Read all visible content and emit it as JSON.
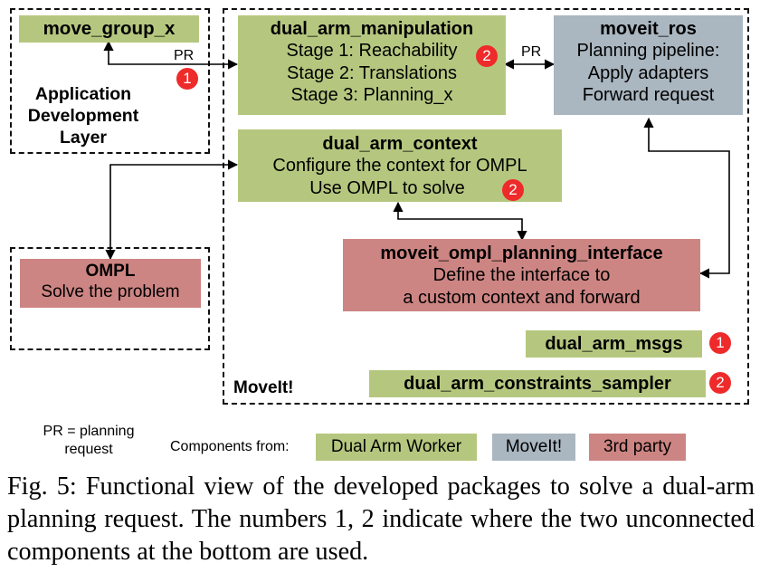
{
  "nodes": {
    "move_group": {
      "title": "move_group_x"
    },
    "manipulation": {
      "title": "dual_arm_manipulation",
      "lines": [
        "Stage 1: Reachability",
        "Stage 2: Translations",
        "Stage 3: Planning_x"
      ]
    },
    "moveit_ros": {
      "title": "moveit_ros",
      "lines": [
        "Planning pipeline:",
        "Apply adapters",
        "Forward request"
      ]
    },
    "context": {
      "title": "dual_arm_context",
      "lines": [
        "Configure the context for OMPL",
        "Use OMPL to solve"
      ]
    },
    "ompl": {
      "title": "OMPL",
      "lines": [
        "Solve the problem"
      ]
    },
    "ompl_interface": {
      "title": "moveit_ompl_planning_interface",
      "lines": [
        "Define the interface to",
        "a custom context and forward"
      ]
    },
    "msgs": {
      "title": "dual_arm_msgs"
    },
    "sampler": {
      "title": "dual_arm_constraints_sampler"
    }
  },
  "regions": {
    "app_layer": "Application\nDevelopment\nLayer",
    "moveit": "MoveIt!"
  },
  "edges": {
    "pr_label_left": "PR",
    "pr_label_right": "PR"
  },
  "badges": {
    "b1": "1",
    "b2": "2",
    "b3": "2",
    "b4": "1",
    "b5": "2"
  },
  "legend": {
    "pr_note": "PR = planning\nrequest",
    "components_label": "Components from:",
    "items": [
      "Dual Arm Worker",
      "MoveIt!",
      "3rd party"
    ]
  },
  "colors": {
    "dual_arm_worker": "#b5c77f",
    "moveit": "#aab6c0",
    "third_party": "#cd8583",
    "badge": "#ee2a2a"
  },
  "caption": "Fig. 5: Functional view of the developed packages to solve a dual-arm planning request. The numbers 1, 2 indicate where the two unconnected components at the bottom are used."
}
